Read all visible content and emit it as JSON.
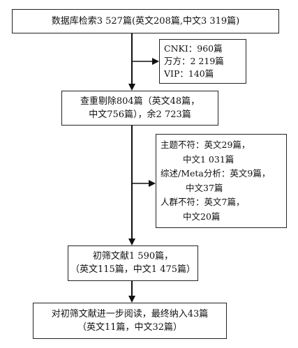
{
  "boxes": {
    "search": {
      "lines": [
        "数据库检索3 527篇(英文208篇,中文3 319篇)"
      ]
    },
    "sources": {
      "lines": [
        "CNKI：960篇",
        "万方：2 219篇",
        "VIP：140篇"
      ]
    },
    "dedup": {
      "lines": [
        "查重剔除804篇（英文48篇，",
        "中文756篇），余2 723篇"
      ]
    },
    "exclusions": {
      "lines": [
        "主题不符：英文29篇，",
        "中文1 031篇",
        "综述/Meta分析：英文9篇，",
        "中文37篇",
        "人群不符：英文7篇，",
        "中文20篇"
      ]
    },
    "screen": {
      "lines": [
        "初筛文献1 590篇，",
        "（英文115篇，中文1 475篇）"
      ]
    },
    "final": {
      "lines": [
        "对初筛文献进一步阅读，最终纳入43篇",
        "（英文11篇，中文32篇）"
      ]
    }
  }
}
